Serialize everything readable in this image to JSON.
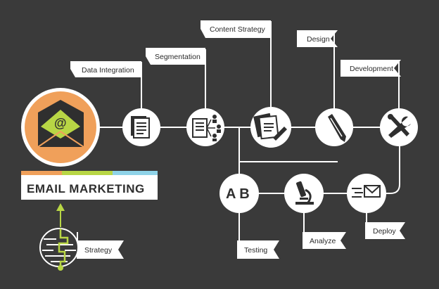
{
  "main": {
    "title": "EMAIL MARKETING",
    "at_symbol": "@",
    "ab_label": "A B"
  },
  "flags": {
    "strategy": "Strategy",
    "data_integration": "Data Integration",
    "segmentation": "Segmentation",
    "content_strategy": "Content Strategy",
    "design": "Design",
    "development": "Development",
    "testing": "Testing",
    "analyze": "Analyze",
    "deploy": "Deploy"
  },
  "colors": {
    "background": "#3a3a3a",
    "orange": "#f0a05a",
    "green": "#b8d645",
    "blue": "#8fd3e8",
    "node": "#ffffff",
    "icon": "#2f2f2f"
  },
  "icons": [
    "envelope-at-icon",
    "maze-icon",
    "documents-icon",
    "segmentation-icon",
    "content-pages-icon",
    "pencil-icon",
    "tools-icon",
    "ab-test-icon",
    "microscope-icon",
    "send-email-icon"
  ]
}
